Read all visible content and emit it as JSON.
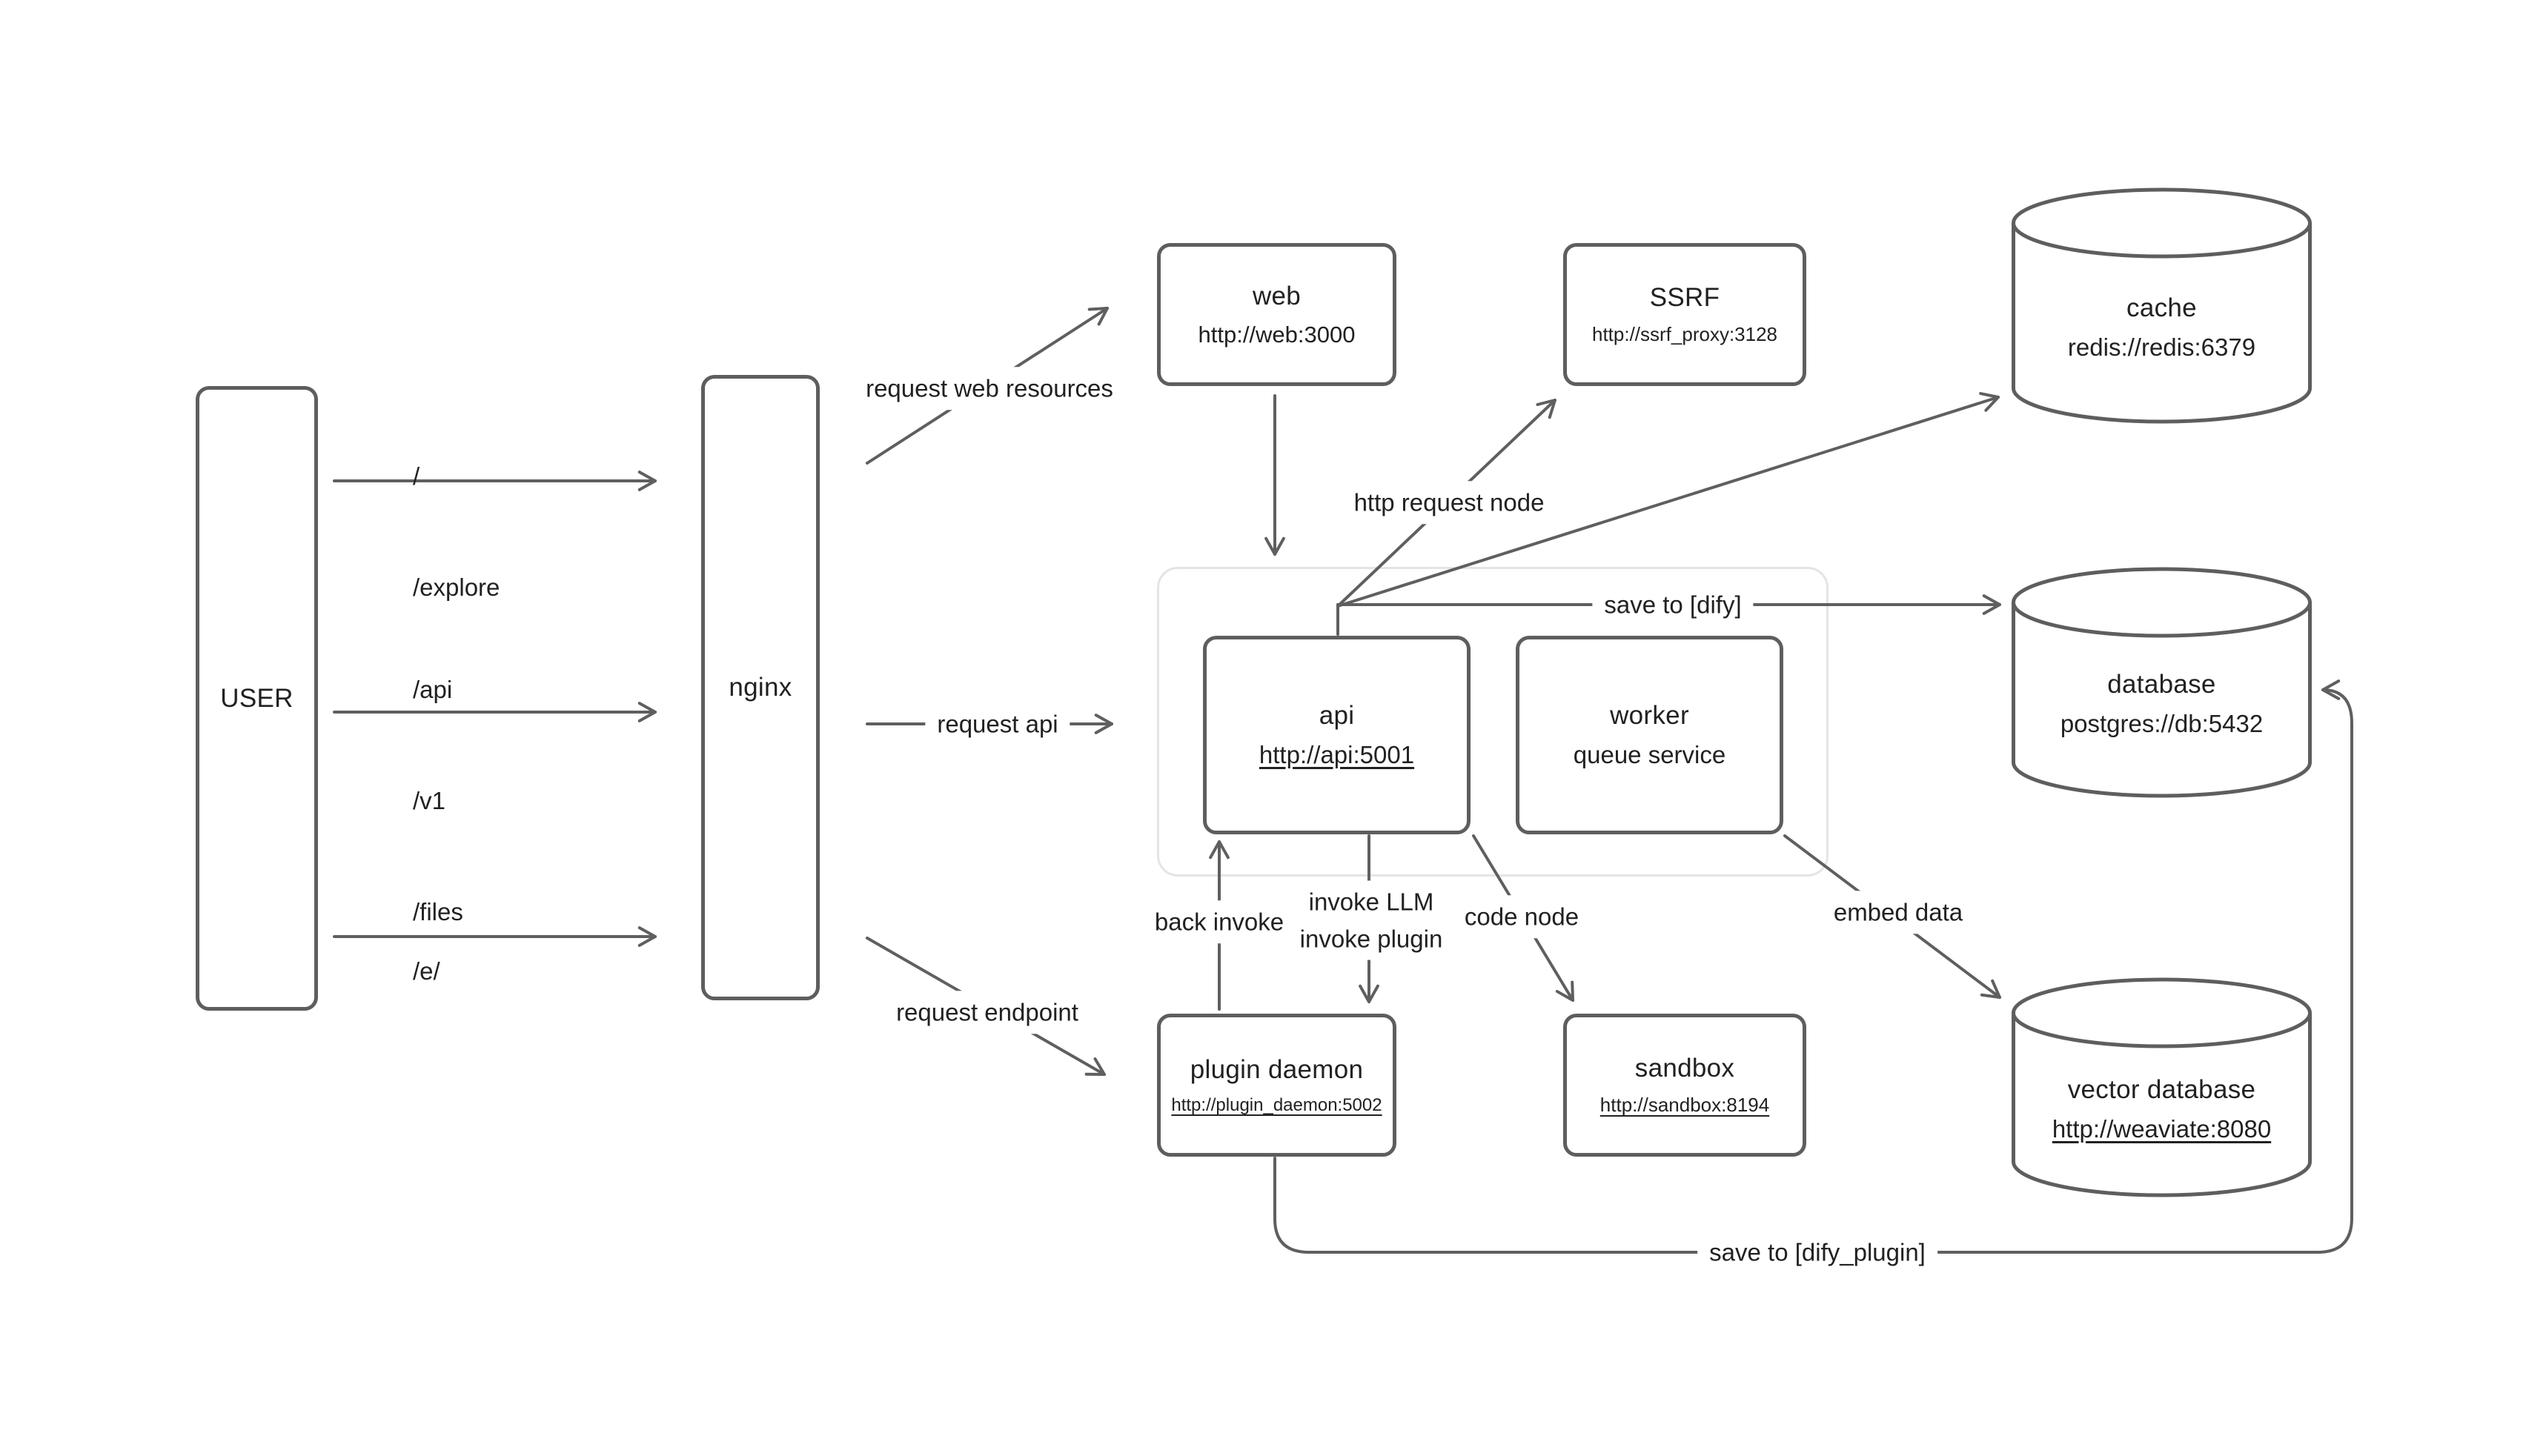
{
  "nodes": {
    "user": {
      "label": "USER"
    },
    "nginx": {
      "label": "nginx"
    },
    "web": {
      "title": "web",
      "url": "http://web:3000"
    },
    "ssrf": {
      "title": "SSRF",
      "url": "http://ssrf_proxy:3128"
    },
    "cache": {
      "title": "cache",
      "url": "redis://redis:6379"
    },
    "api": {
      "title": "api",
      "url": "http://api:5001"
    },
    "worker": {
      "title": "worker",
      "subtitle": "queue service"
    },
    "database": {
      "title": "database",
      "url": "postgres://db:5432"
    },
    "plugin_daemon": {
      "title": "plugin daemon",
      "url": "http://plugin_daemon:5002"
    },
    "sandbox": {
      "title": "sandbox",
      "url": "http://sandbox:8194"
    },
    "vector_database": {
      "title": "vector database",
      "url": "http://weaviate:8080"
    }
  },
  "routes": {
    "top": [
      "/",
      "/explore"
    ],
    "middle": [
      "/api",
      "/v1",
      "/files"
    ],
    "bottom": [
      "/e/"
    ]
  },
  "edge_labels": {
    "request_web": "request web resources",
    "request_api": "request api",
    "request_endpoint": "request endpoint",
    "http_request_node": "http request node",
    "save_to_dify": "save to [dify]",
    "back_invoke": "back invoke",
    "invoke_llm": "invoke LLM",
    "invoke_plugin": "invoke plugin",
    "code_node": "code node",
    "embed_data": "embed data",
    "save_to_dify_plugin": "save to [dify_plugin]"
  },
  "colors": {
    "line": "#5f5f5f",
    "border": "#5e5e5e",
    "text": "#212121",
    "group_border": "#e4e4e4",
    "background": "#ffffff"
  }
}
